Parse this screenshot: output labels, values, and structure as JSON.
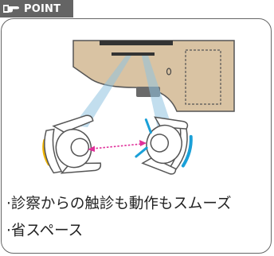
{
  "header": {
    "badge_label": "POINT",
    "badge_icon": "pointing-hand-icon"
  },
  "diagram": {
    "description_icons": [
      "desk-icon",
      "monitor-icon",
      "drawer-cabinet-icon",
      "chair-icon"
    ],
    "colors": {
      "desk": "#d9c3a3",
      "desk_outline": "#555555",
      "light_beam": "#8fc3e0",
      "patient_chair_accent": "#f0b400",
      "doctor_chair_accent": "#1aa0d8",
      "arrow": "#e0309a"
    }
  },
  "bullets": [
    "·診察からの触診も動作もスムーズ",
    "·省スペース"
  ]
}
